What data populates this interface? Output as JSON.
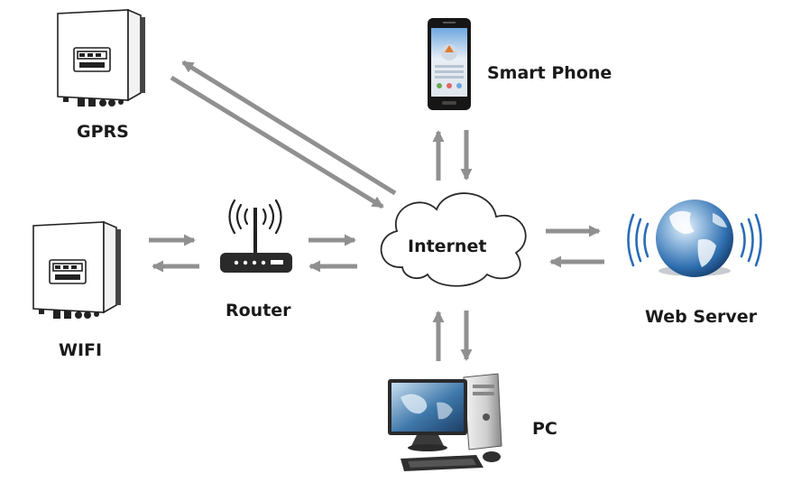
{
  "labels": {
    "gprs": "GPRS",
    "wifi": "WIFI",
    "router": "Router",
    "internet": "Internet",
    "smart_phone": "Smart Phone",
    "web_server": "Web Server",
    "pc": "PC"
  },
  "icons": {
    "inverter": "inverter-icon",
    "router": "router-icon",
    "cloud": "cloud-icon",
    "phone": "smartphone-icon",
    "globe": "globe-icon",
    "computer": "desktop-computer-icon"
  },
  "colors": {
    "arrow": "#909090",
    "globe_blue": "#2f6fb0",
    "signal_blue": "#2b6cb5",
    "outline": "#222222"
  }
}
